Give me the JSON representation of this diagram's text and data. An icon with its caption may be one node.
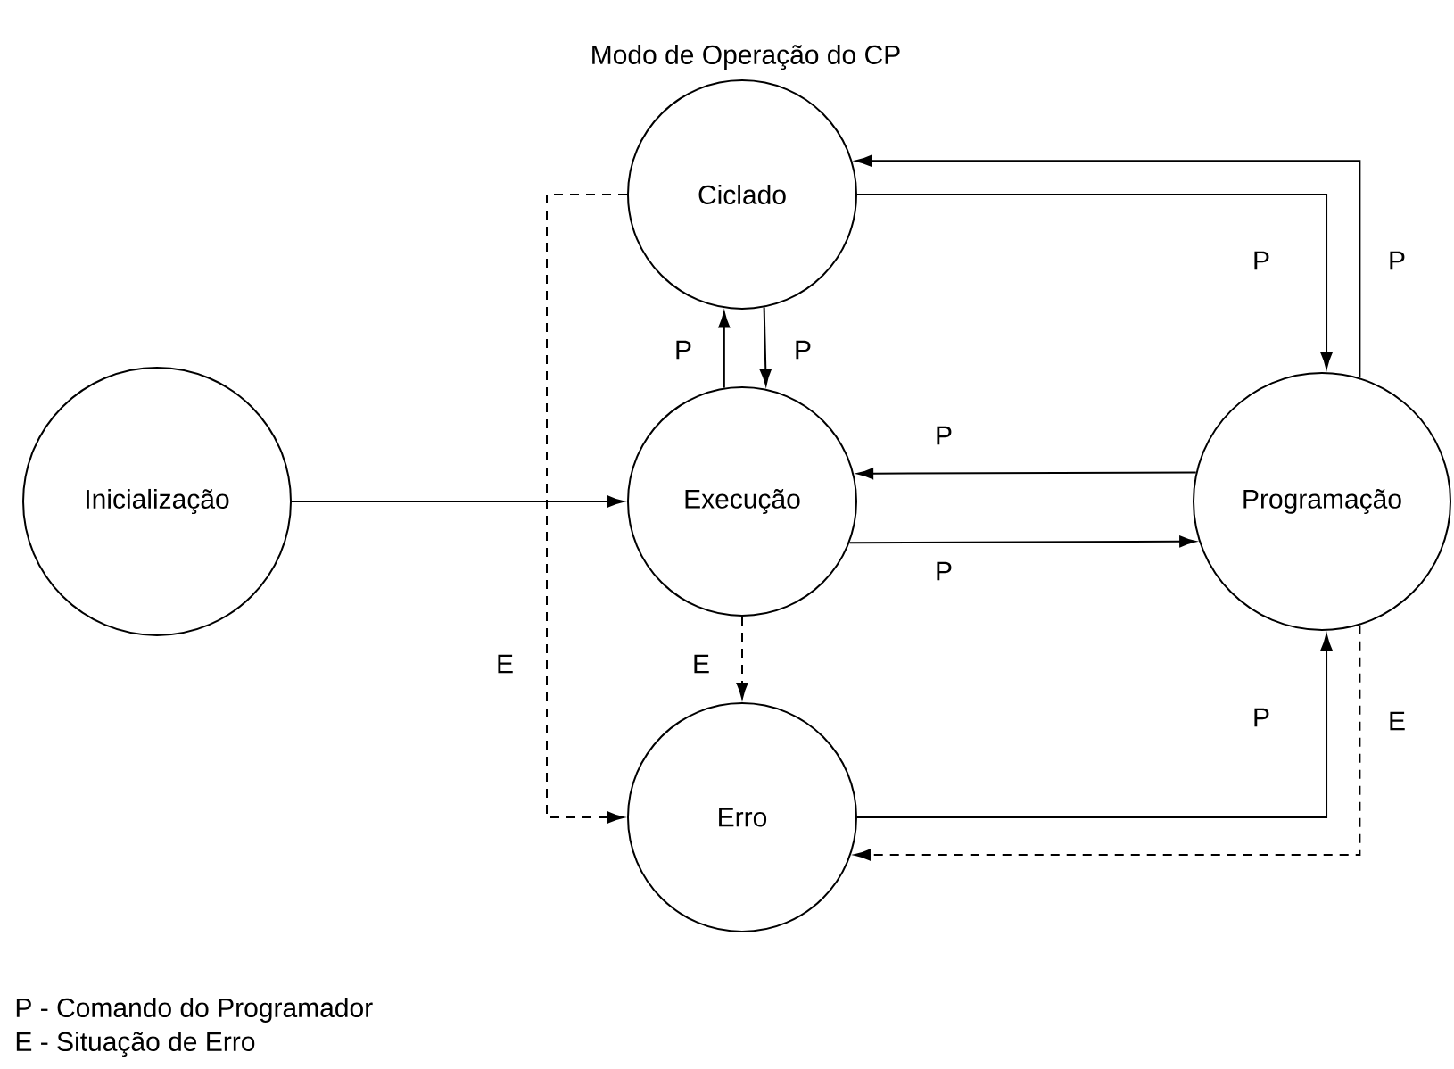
{
  "diagram": {
    "title": "Modo de Operação do CP",
    "nodes": [
      {
        "text": [
          "Inicialização"
        ]
      },
      {
        "text": [
          "Ciclado"
        ]
      },
      {
        "text": [
          "Execução"
        ]
      },
      {
        "text": [
          "Programação"
        ]
      },
      {
        "text": [
          "Erro"
        ]
      }
    ],
    "edges": [
      {
        "from": 0,
        "to": 2,
        "arrow": "to"
      },
      {
        "from": 1,
        "to": 3,
        "arrow": "to",
        "label": "P"
      },
      {
        "from": 3,
        "to": 1,
        "arrow": "to",
        "label": "P"
      },
      {
        "from": 2,
        "to": 1,
        "arrow": "to",
        "label": "P"
      },
      {
        "from": 1,
        "to": 2,
        "arrow": "to",
        "label": "P"
      },
      {
        "from": 3,
        "to": 2,
        "arrow": "to",
        "label": "P"
      },
      {
        "from": 2,
        "to": 3,
        "arrow": "to",
        "label": "P"
      },
      {
        "from": 2,
        "to": 4,
        "arrow": "to",
        "label": "E",
        "style": "dashed"
      },
      {
        "from": 1,
        "to": 4,
        "arrow": "to",
        "label": "E",
        "style": "dashed"
      },
      {
        "from": 4,
        "to": 3,
        "arrow": "to",
        "label": "P"
      },
      {
        "from": 3,
        "to": 4,
        "arrow": "to",
        "label": "E",
        "style": "dashed"
      }
    ],
    "labels": [
      "P - Comando do Programador",
      "E - Situação de Erro"
    ]
  }
}
